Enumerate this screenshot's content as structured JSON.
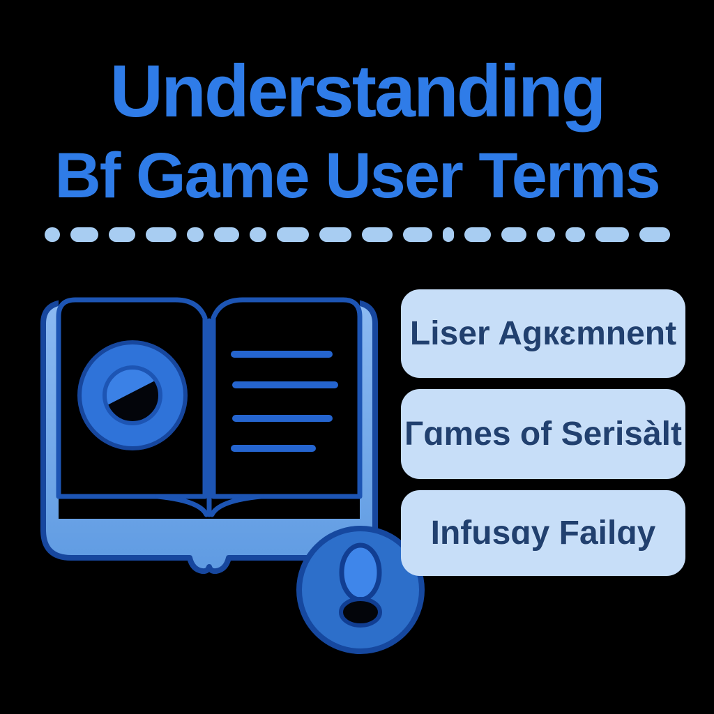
{
  "title": {
    "line1": "Understanding",
    "line2": "Bf Game User Terms"
  },
  "separator": {
    "dash_widths": [
      22,
      40,
      38,
      44,
      24,
      36,
      24,
      46,
      46,
      44,
      42,
      16,
      38,
      36,
      26,
      28,
      48,
      44
    ]
  },
  "terms": {
    "items": [
      {
        "label": "Liser Agкɛmnent"
      },
      {
        "label": "Гɑmes of Serisàlt"
      },
      {
        "label": "Infusɑy Failɑy"
      }
    ]
  },
  "illustration": {
    "icons": [
      {
        "name": "open-book-icon",
        "description": "open book with prohibition circle on left page and text lines on right page"
      },
      {
        "name": "prohibition-circle-icon"
      },
      {
        "name": "exclamation-badge-icon"
      }
    ]
  },
  "colors": {
    "background": "#000000",
    "title_blue": "#2f7ce8",
    "dash_blue": "#a8cdf2",
    "box_fill": "#c7def8",
    "box_text": "#21406f",
    "icon_blue": "#2e72d6",
    "icon_outline": "#17479e",
    "icon_outline_dark": "#113e92",
    "cover_light": "#82b3ee",
    "cover_mid": "#5f9be2",
    "page_line_blue": "#2565cf",
    "badge_fill": "#2d6fca",
    "blob_blue": "#3f86ea"
  }
}
